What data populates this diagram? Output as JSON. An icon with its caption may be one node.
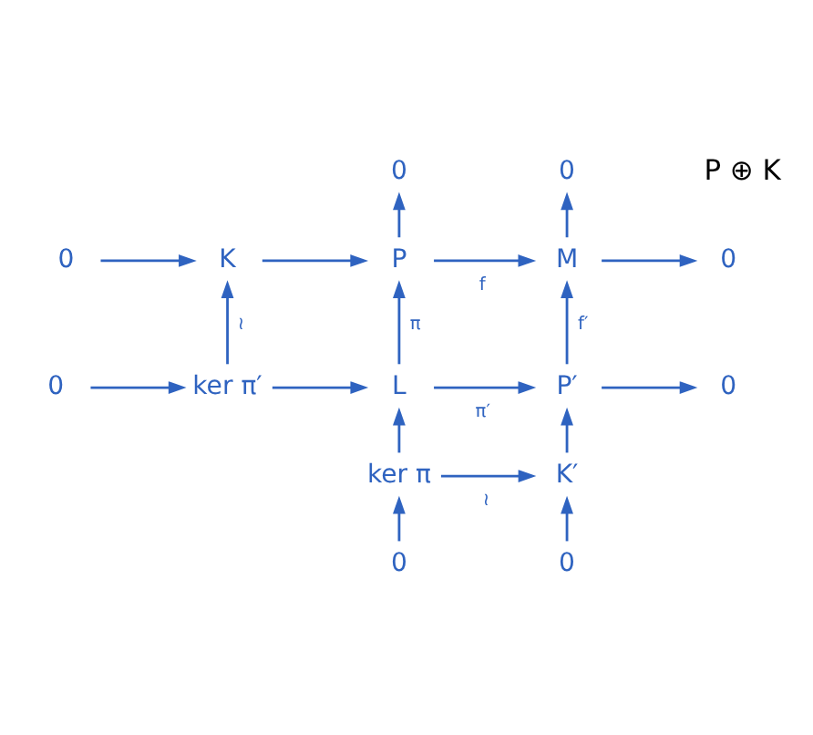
{
  "diagram": {
    "nodes": [
      {
        "text": [
          "0"
        ]
      },
      {
        "text": [
          "0"
        ]
      },
      {
        "text": [
          "0"
        ]
      },
      {
        "text": [
          "K"
        ]
      },
      {
        "text": [
          "P"
        ]
      },
      {
        "text": [
          "M"
        ]
      },
      {
        "text": [
          "0"
        ]
      },
      {
        "text": [
          "0"
        ]
      },
      {
        "text": [
          "ker π′"
        ]
      },
      {
        "text": [
          "L"
        ]
      },
      {
        "text": [
          "P′"
        ]
      },
      {
        "text": [
          "0"
        ]
      },
      {
        "text": [
          "ker π"
        ]
      },
      {
        "text": [
          "K′"
        ]
      },
      {
        "text": [
          "0"
        ]
      },
      {
        "text": [
          "0"
        ]
      }
    ],
    "edges": [
      {
        "from": 2,
        "to": 3,
        "arrow": "to"
      },
      {
        "from": 3,
        "to": 4,
        "arrow": "to"
      },
      {
        "from": 4,
        "to": 5,
        "arrow": "to",
        "label": "f"
      },
      {
        "from": 5,
        "to": 6,
        "arrow": "to"
      },
      {
        "from": 4,
        "to": 0,
        "arrow": "to"
      },
      {
        "from": 5,
        "to": 1,
        "arrow": "to"
      },
      {
        "from": 7,
        "to": 8,
        "arrow": "to"
      },
      {
        "from": 8,
        "to": 9,
        "arrow": "to"
      },
      {
        "from": 9,
        "to": 10,
        "arrow": "to",
        "label": "π′"
      },
      {
        "from": 10,
        "to": 11,
        "arrow": "to"
      },
      {
        "from": 8,
        "to": 3,
        "arrow": "to",
        "label": "≀"
      },
      {
        "from": 9,
        "to": 4,
        "arrow": "to",
        "label": "π"
      },
      {
        "from": 10,
        "to": 5,
        "arrow": "to",
        "label": "f′"
      },
      {
        "from": 12,
        "to": 9,
        "arrow": "to"
      },
      {
        "from": 13,
        "to": 10,
        "arrow": "to"
      },
      {
        "from": 12,
        "to": 13,
        "arrow": "to",
        "label": "≀"
      },
      {
        "from": 14,
        "to": 12,
        "arrow": "to"
      },
      {
        "from": 15,
        "to": 13,
        "arrow": "to"
      }
    ],
    "labels": [
      "P ⊕ K"
    ]
  }
}
